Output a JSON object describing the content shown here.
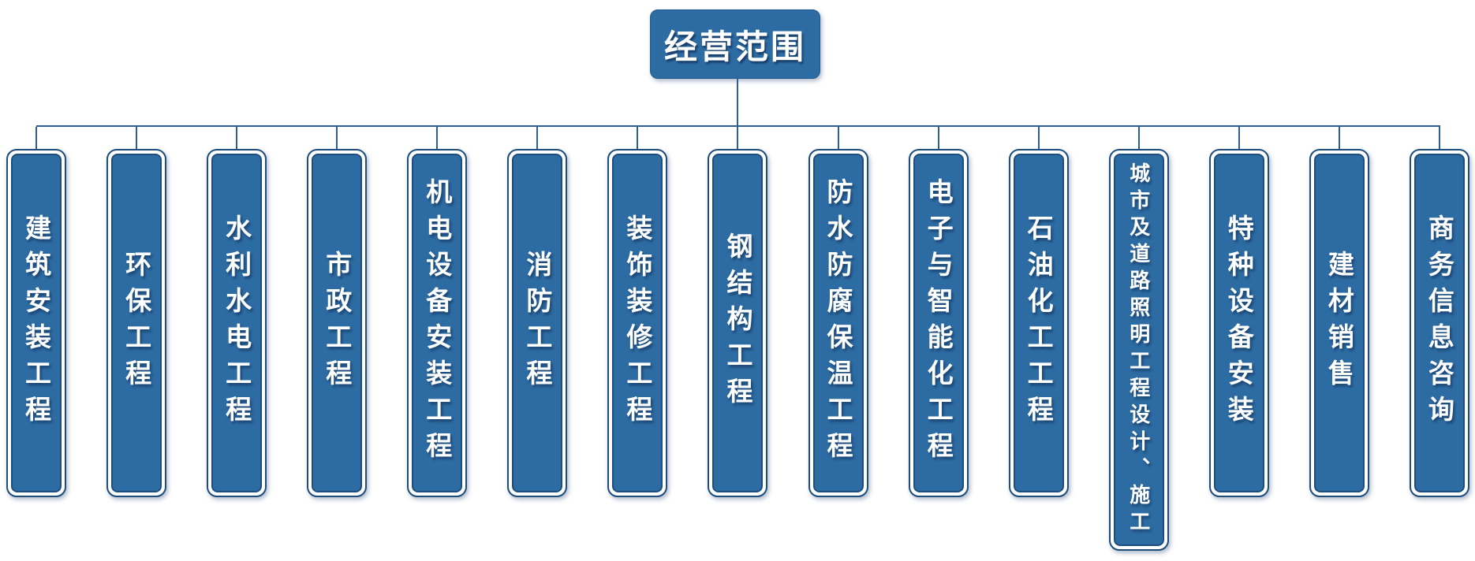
{
  "root": {
    "label": "经营范围"
  },
  "colors": {
    "node_fill": "#2d6ca3",
    "node_border": "#1d4d7c",
    "connector": "#2f5e96",
    "text": "#ffffff"
  },
  "branches": [
    {
      "label": "建筑安装工程"
    },
    {
      "label": "环保工程"
    },
    {
      "label": "水利水电工程"
    },
    {
      "label": "市政工程"
    },
    {
      "label": "机电设备安装工程"
    },
    {
      "label": "消防工程"
    },
    {
      "label": "装饰装修工程"
    },
    {
      "label": "钢结构工程"
    },
    {
      "label": "防水防腐保温工程"
    },
    {
      "label": "电子与智能化工程"
    },
    {
      "label": "石油化工工程"
    },
    {
      "label": "城市及道路照明工程设计、施工"
    },
    {
      "label": "特种设备安装"
    },
    {
      "label": "建材销售"
    },
    {
      "label": "商务信息咨询"
    }
  ]
}
